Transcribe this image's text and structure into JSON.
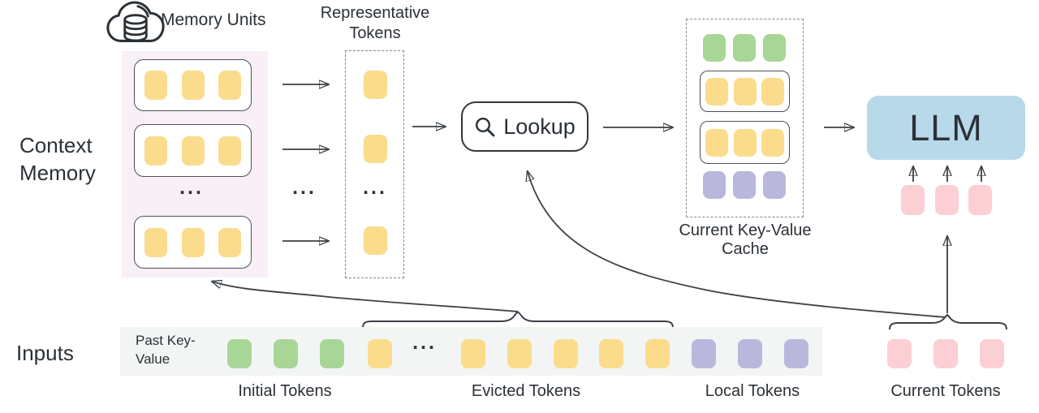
{
  "colors": {
    "token_yellow": "#fadc8c",
    "token_green": "#a8d697",
    "token_purple": "#bab7dc",
    "token_pink": "#fccfd5",
    "llm_box": "#b7d9ea",
    "memory_panel_bg": "#f9eff7",
    "input_strip_bg": "#f3f5f4",
    "line": "#3a4046",
    "text": "#2b3137"
  },
  "icons": {
    "memory_units": "cloud-database-icon",
    "lookup": "search-icon"
  },
  "labels": {
    "memory_units": "Memory Units",
    "representative_tokens": "Representative Tokens",
    "context_memory": "Context Memory",
    "lookup": "Lookup",
    "current_kv_cache": "Current Key-Value Cache",
    "llm": "LLM",
    "inputs": "Inputs",
    "past_key_value": "Past Key-Value",
    "initial_tokens": "Initial Tokens",
    "evicted_tokens": "Evicted Tokens",
    "local_tokens": "Local Tokens",
    "current_tokens": "Current Tokens",
    "ellipsis": "..."
  },
  "structure": {
    "context_memory_units": {
      "rows": 3,
      "tokens_per_row": 3,
      "token_color": "yellow",
      "collapsed_indicator": "..."
    },
    "representative_tokens": {
      "count": 3,
      "token_color": "yellow",
      "collapsed_indicator": "..."
    },
    "current_kv_cache_rows": [
      {
        "type": "initial",
        "color": "green",
        "count": 3,
        "boxed": false
      },
      {
        "type": "retrieved-memory-unit",
        "color": "yellow",
        "count": 3,
        "boxed": true
      },
      {
        "type": "retrieved-memory-unit",
        "color": "yellow",
        "count": 3,
        "boxed": true
      },
      {
        "type": "local",
        "color": "purple",
        "count": 3,
        "boxed": false
      }
    ],
    "input_sequence": [
      {
        "group": "initial_tokens",
        "color": "green",
        "count": 3
      },
      {
        "group": "evicted_tokens",
        "color": "yellow",
        "count": 6,
        "collapsed_indicator": "..."
      },
      {
        "group": "local_tokens",
        "color": "purple",
        "count": 3
      },
      {
        "group": "current_tokens",
        "color": "pink",
        "count": 3
      }
    ],
    "llm_input_tokens": {
      "color": "pink",
      "count": 3
    }
  }
}
